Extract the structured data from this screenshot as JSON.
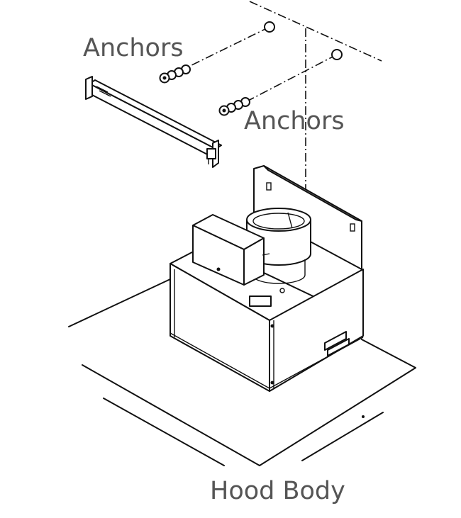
{
  "labels": {
    "anchors_top": "Anchors",
    "anchors_middle": "Anchors",
    "hood_body": "Hood Body"
  },
  "colors": {
    "line": "#111111",
    "label_text": "#555555",
    "background": "#ffffff"
  }
}
